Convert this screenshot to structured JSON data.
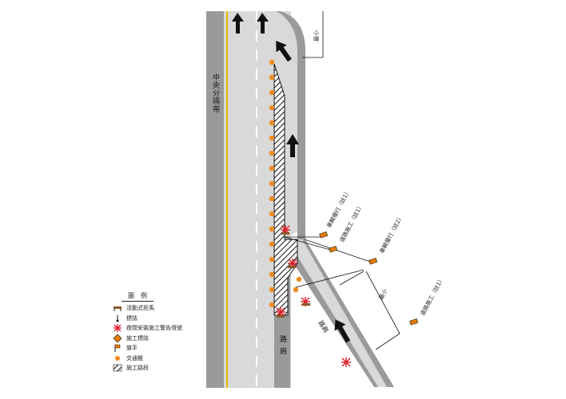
{
  "labels": {
    "median": "中央分隔帶",
    "shoulder_main": "路肩",
    "shoulder_ramp": "路肩",
    "dim_top": "最小",
    "dim_ramp": "最小"
  },
  "signs": [
    {
      "text": "車輛慢行（註1）"
    },
    {
      "text": "道路施工（註1）"
    },
    {
      "text": "車輛慢行（註2）"
    },
    {
      "text": "道路施工（註1）"
    }
  ],
  "legend": {
    "title": "圖　例",
    "items": [
      {
        "icon": "movable-barrier-icon",
        "label": "活動式拒馬"
      },
      {
        "icon": "marker-post-icon",
        "label": "標誌"
      },
      {
        "icon": "warning-light-icon",
        "label": "夜間安裝施工警告燈號"
      },
      {
        "icon": "construction-sign-icon",
        "label": "施工標誌"
      },
      {
        "icon": "flagger-icon",
        "label": "旗手"
      },
      {
        "icon": "traffic-cone-icon",
        "label": "交通錐"
      },
      {
        "icon": "work-zone-icon",
        "label": "施工路段"
      }
    ]
  },
  "colors": {
    "shoulder": "#9a9a9a",
    "lane": "#d9d9d9",
    "centerline": "#e6b800",
    "cone": "#f08c1e",
    "light": "#e0202a",
    "sign": "#e87d00"
  }
}
